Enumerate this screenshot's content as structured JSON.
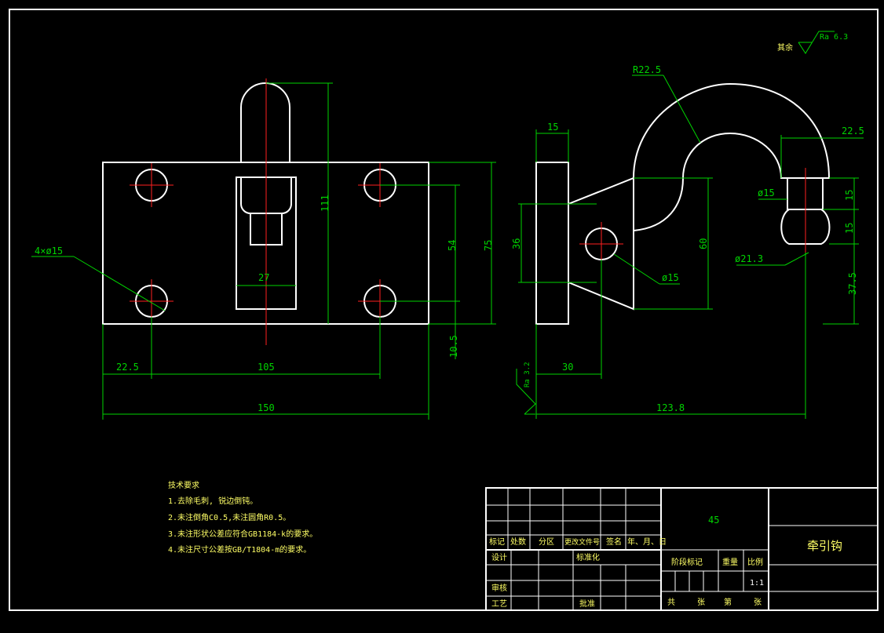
{
  "surface_finish": {
    "label": "其余",
    "value": "Ra 6.3"
  },
  "side_finish": {
    "value": "Ra 3.2"
  },
  "front_view": {
    "dims": {
      "hole_spec": "4×ø15",
      "height_total": "111",
      "d54": "54",
      "d75": "75",
      "d27": "27",
      "d10_5": "10.5",
      "d22_5": "22.5",
      "d105": "105",
      "d150": "150"
    }
  },
  "side_view": {
    "dims": {
      "radius": "R22.5",
      "d15_top": "15",
      "d22_5_right": "22.5",
      "d_phi15_right": "ø15",
      "d15_a": "15",
      "d15_b": "15",
      "d_phi21_3": "ø21.3",
      "d37_5": "37.5",
      "d36": "36",
      "d60": "60",
      "d_phi15_mid": "ø15",
      "d30": "30",
      "d123_8": "123.8"
    }
  },
  "tech_notes": {
    "title": "技术要求",
    "items": [
      "1.去除毛刺, 锐边倒钝。",
      "2.未注倒角C0.5,未注圆角R0.5。",
      "3.未注形状公差应符合GB1184-k的要求。",
      "4.未注尺寸公差按GB/T1804-m的要求。"
    ]
  },
  "title_block": {
    "material": "45",
    "part_name": "牵引钩",
    "headers": [
      "标记",
      "处数",
      "分区",
      "更改文件号",
      "签名",
      "年、月、日"
    ],
    "design": "设计",
    "standardize": "标准化",
    "check": "审核",
    "process": "工艺",
    "approve": "批准",
    "stage_mark": "阶段标记",
    "weight": "重量",
    "scale": "比例",
    "scale_value": "1:1",
    "total": "共",
    "sheets": "张",
    "no": "第",
    "sheet": "张"
  }
}
